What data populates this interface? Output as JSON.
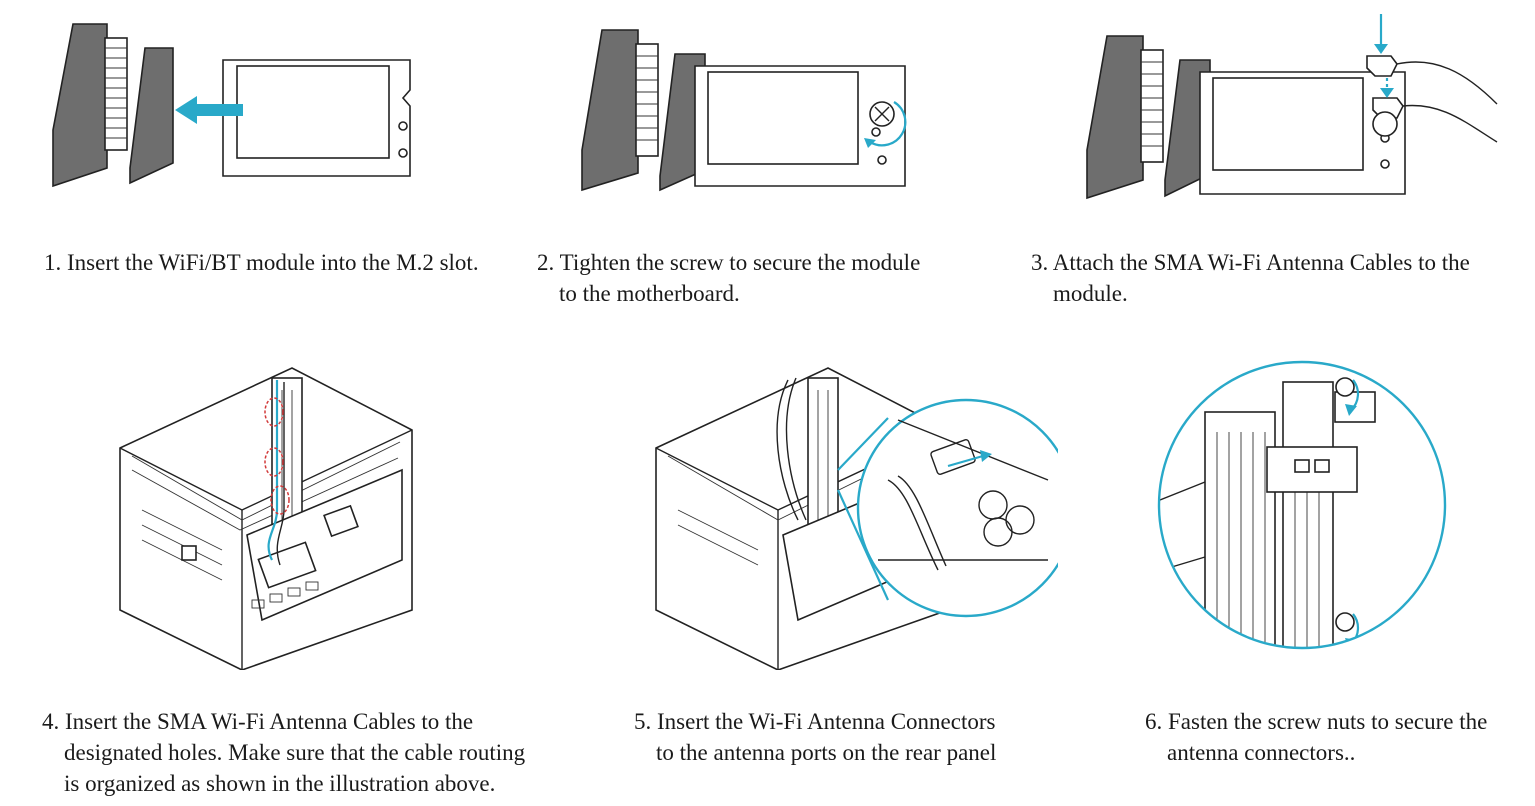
{
  "accent_color": "#29a9c9",
  "steps": [
    {
      "num": "1.",
      "line1": "Insert the WiFi/BT module into the M.2 slot.",
      "line2": ""
    },
    {
      "num": "2.",
      "line1": "Tighten the screw to secure the module",
      "line2": "to the motherboard."
    },
    {
      "num": "3.",
      "line1": "Attach the SMA Wi-Fi Antenna Cables to the",
      "line2": "module."
    },
    {
      "num": "4.",
      "line1": "Insert the SMA Wi-Fi Antenna Cables to the",
      "line2": "designated holes. Make sure that the cable routing",
      "line3": "is organized as shown in the illustration above."
    },
    {
      "num": "5.",
      "line1": "Insert the Wi-Fi Antenna Connectors",
      "line2": "to the antenna ports on the rear panel"
    },
    {
      "num": "6.",
      "line1": "Fasten the screw nuts to secure the",
      "line2": "antenna connectors.."
    }
  ]
}
